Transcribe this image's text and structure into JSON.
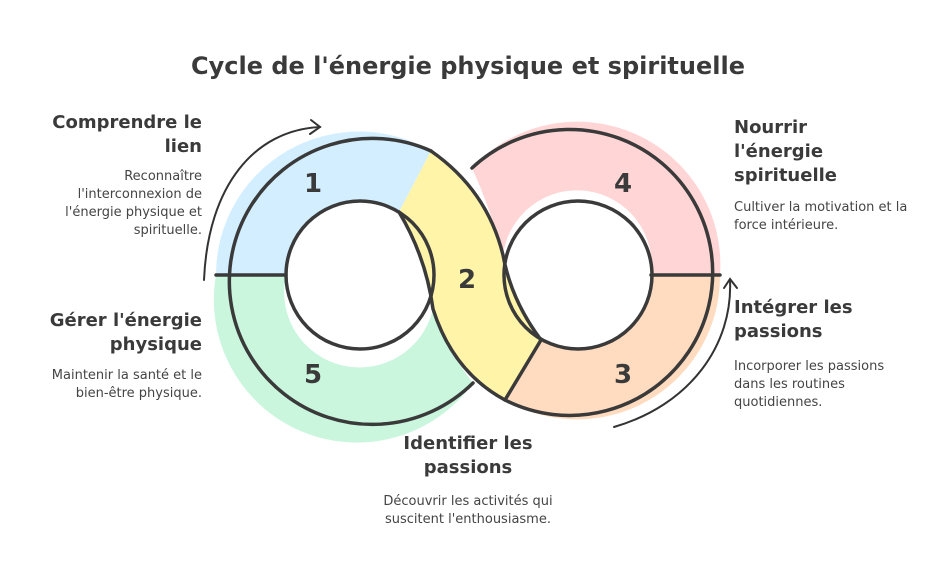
{
  "title": "Cycle de l'énergie physique et spirituelle",
  "colors": {
    "segment1": "#d3efff",
    "segment2": "#fff4a8",
    "segment3": "#ffdcbf",
    "segment4": "#ffd5d5",
    "segment5": "#c9f6dd",
    "outline": "#3a3a3a"
  },
  "segments": [
    {
      "number": "1",
      "heading": "Comprendre le lien",
      "description": "Reconnaître l'interconnexion de l'énergie physique et spirituelle."
    },
    {
      "number": "2",
      "heading": "Identifier les passions",
      "description": "Découvrir les activités qui suscitent l'enthousiasme."
    },
    {
      "number": "3",
      "heading": "Intégrer les passions",
      "description": "Incorporer les passions dans les routines quotidiennes."
    },
    {
      "number": "4",
      "heading": "Nourrir l'énergie spirituelle",
      "description": "Cultiver la motivation et la force intérieure."
    },
    {
      "number": "5",
      "heading": "Gérer l'énergie physique",
      "description": "Maintenir la santé et le bien-être physique."
    }
  ]
}
